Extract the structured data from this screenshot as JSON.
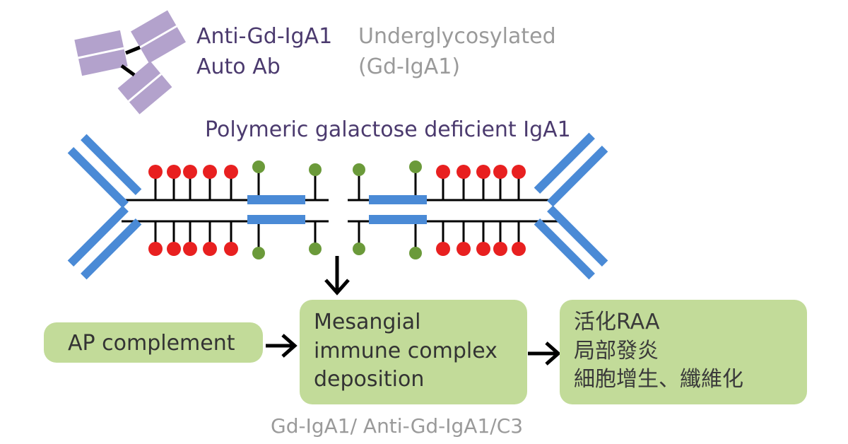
{
  "labels": {
    "auto_ab_line1": "Anti-Gd-IgA1",
    "auto_ab_line2": "Auto Ab",
    "underglyco_line1": "Underglycosylated",
    "underglyco_line2": "(Gd-IgA1)",
    "polymeric_title": "Polymeric galactose deficient  IgA1",
    "footer": "Gd-IgA1/ Anti-Gd-IgA1/C3"
  },
  "boxes": {
    "ap_complement": "AP complement",
    "mesangial": [
      "Mesangial",
      "immune complex",
      "deposition"
    ],
    "outcome": [
      "活化RAA",
      "局部發炎",
      "細胞增生、纖維化"
    ]
  },
  "colors": {
    "antibody_purple": "#b3a2cc",
    "iga_blue": "#4a8ad6",
    "glycan_red": "#e82020",
    "glycan_green": "#6b9a3a",
    "box_green": "#c2db99",
    "text_purple": "#4b3a6e",
    "text_gray": "#9a9a9a"
  }
}
